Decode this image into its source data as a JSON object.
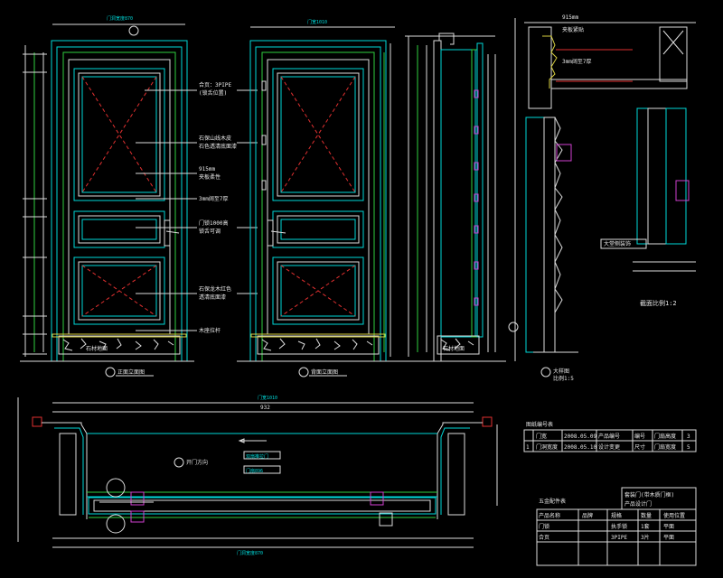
{
  "colors": {
    "background": "#000000",
    "cyan": "#00d8d8",
    "white": "#dcdcdc",
    "green": "#2fcf40",
    "red": "#e03030",
    "yellow": "#d8d040",
    "magenta": "#d040d0",
    "blue": "#3060ff"
  },
  "front_elevation": {
    "top_dim": "门洞宽度870",
    "caption": "正面立面图",
    "threshold_label": "石材地面"
  },
  "back_elevation": {
    "top_dim": "门宽1010",
    "caption": "背面立面图",
    "threshold_label": "石材地面"
  },
  "section": {
    "caption": "大样图",
    "scale": "比例1:5",
    "threshold_label": "石材地面"
  },
  "annotations": [
    "合页：3PIPE",
    "(锁舌位置)",
    "石保山线木皮",
    "石色透清底面漆",
    "915mm",
    "夹板柔性",
    "3mm阔至7厚",
    "门锁1000高",
    "锁舌可调",
    "石保龙木红色",
    "透清底面漆",
    "木座拉杆"
  ],
  "detail": {
    "top_dim": "915mm",
    "label_a": "夹板紧贴",
    "label_b": "3mm阔至7厚",
    "label_c": "大堂侧装饰",
    "label_d": "截面比例1:2"
  },
  "plan": {
    "top_dim": "门宽1010",
    "inner_dim": "932",
    "door_label_1": "双扇推拉门",
    "door_label_2": "门扇896",
    "open_label": "开门方向",
    "bottom_dim": "门洞宽度870"
  },
  "small_table": {
    "title": "图纸编号表",
    "rows": [
      [
        "",
        "门宽",
        "2008.05.09",
        "产品编号",
        "编号",
        "门扇高度",
        "3"
      ],
      [
        "1",
        "门洞宽度",
        "2008.05.10",
        "设计变更",
        "尺寸",
        "门扇宽度",
        "5"
      ]
    ]
  },
  "hardware_table": {
    "title": "五金配件表",
    "note_line1": "套装门(带木质门框)",
    "note_line2": "产品设计门",
    "headers": [
      "产品名称",
      "品牌",
      "规格",
      "数量",
      "使用位置"
    ],
    "rows": [
      [
        "门锁",
        "",
        "执手锁",
        "1套",
        "平面"
      ],
      [
        "合页",
        "",
        "3PIPE",
        "3片",
        "平面"
      ]
    ]
  }
}
